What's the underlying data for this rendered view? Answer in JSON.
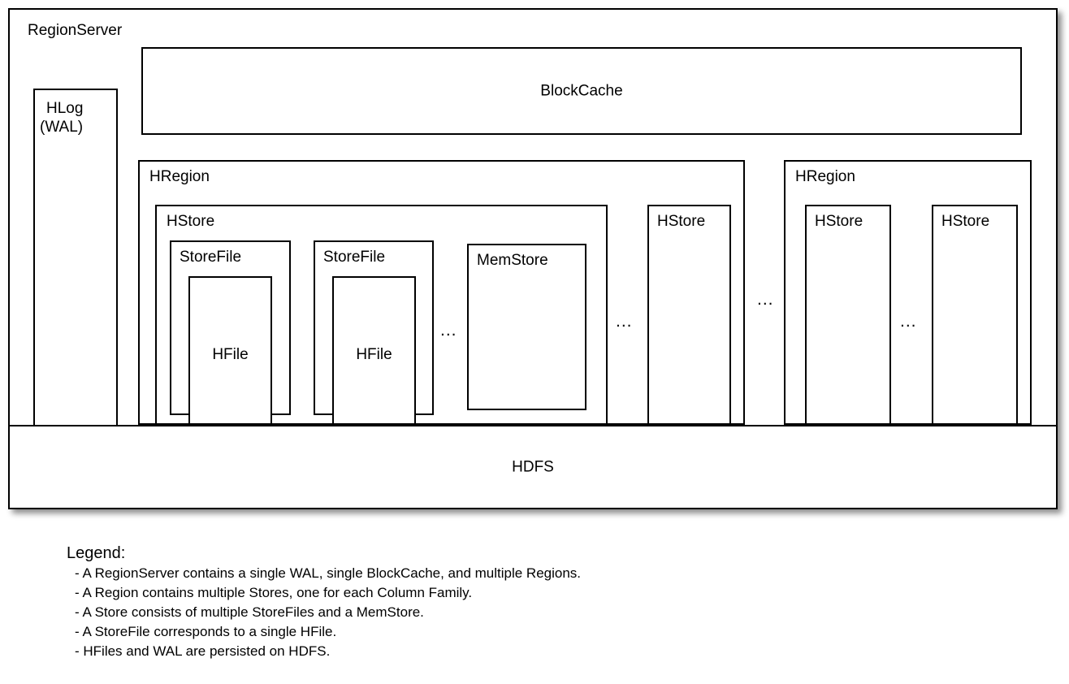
{
  "diagram": {
    "title": "RegionServer",
    "hlog": {
      "line1": "HLog",
      "line2": "(WAL)"
    },
    "blockcache": {
      "label": "BlockCache"
    },
    "hdfs": {
      "label": "HDFS"
    },
    "region1": {
      "label": "HRegion",
      "store1": {
        "label": "HStore",
        "storefile1": {
          "label": "StoreFile",
          "hfile": "HFile"
        },
        "storefile2": {
          "label": "StoreFile",
          "hfile": "HFile"
        },
        "storefile_ellipsis": "...",
        "memstore": {
          "label": "MemStore"
        }
      },
      "store_ellipsis": "...",
      "store2": {
        "label": "HStore"
      }
    },
    "region_ellipsis": "...",
    "region2": {
      "label": "HRegion",
      "store1": {
        "label": "HStore"
      },
      "store_ellipsis": "...",
      "store2": {
        "label": "HStore"
      }
    }
  },
  "legend": {
    "title": "Legend:",
    "lines": [
      "- A RegionServer contains a single WAL, single BlockCache, and multiple Regions.",
      "- A Region contains multiple Stores, one for each Column Family.",
      "- A Store consists of multiple StoreFiles and a MemStore.",
      "- A StoreFile corresponds to a single HFile.",
      "- HFiles and WAL are persisted on HDFS."
    ]
  }
}
